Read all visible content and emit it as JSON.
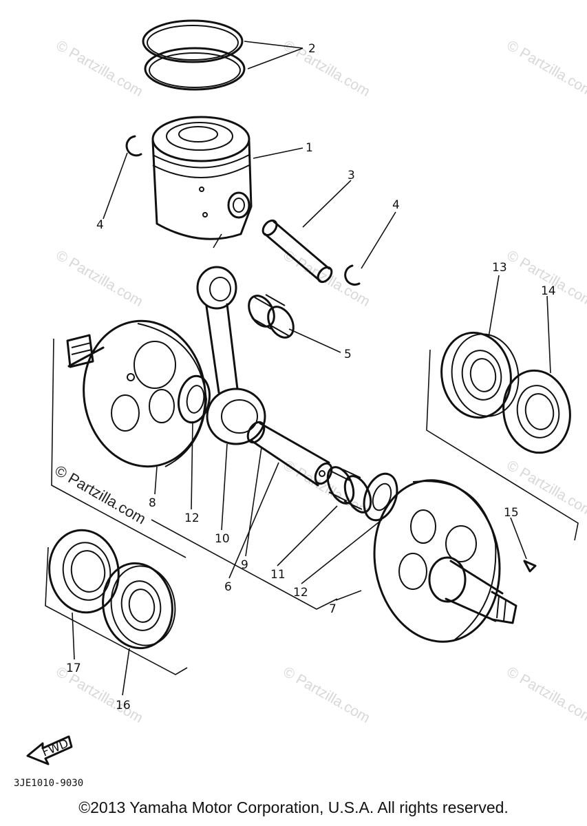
{
  "watermark": "© Partzilla.com",
  "watermark_prominent": "© Partzilla.com",
  "part_code": "3JE1010-9030",
  "fwd_label": "FWD",
  "copyright": "©2013 Yamaha Motor Corporation, U.S.A. All rights reserved.",
  "callouts": {
    "c1": "1",
    "c2": "2",
    "c3": "3",
    "c4a": "4",
    "c4b": "4",
    "c5": "5",
    "c6": "6",
    "c7": "7",
    "c8": "8",
    "c9": "9",
    "c10": "10",
    "c11": "11",
    "c12a": "12",
    "c12b": "12",
    "c13": "13",
    "c14": "14",
    "c15": "15",
    "c16": "16",
    "c17": "17"
  }
}
